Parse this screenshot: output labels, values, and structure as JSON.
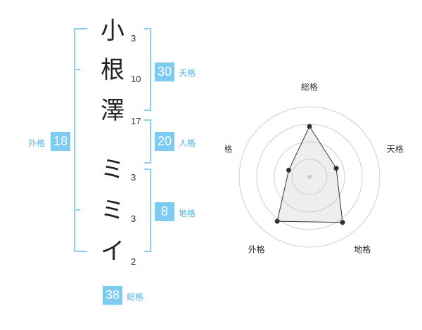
{
  "name_characters": [
    {
      "char": "小",
      "strokes": "3"
    },
    {
      "char": "根",
      "strokes": "10"
    },
    {
      "char": "澤",
      "strokes": "17"
    },
    {
      "char": "ミ",
      "strokes": "3"
    },
    {
      "char": "ミ",
      "strokes": "3"
    },
    {
      "char": "イ",
      "strokes": "2"
    }
  ],
  "kaku": {
    "tenkaku": {
      "value": "30",
      "label": "天格"
    },
    "jinkaku": {
      "value": "20",
      "label": "人格"
    },
    "chikaku": {
      "value": "8",
      "label": "地格"
    },
    "gaikaku": {
      "value": "18",
      "label": "外格"
    },
    "soukaku": {
      "value": "38",
      "label": "総格"
    }
  },
  "colors": {
    "accent": "#7ecbf1",
    "bracket": "#8fd0f2",
    "label": "#56b4e6"
  },
  "chart_data": {
    "type": "radar",
    "axes": [
      "総格",
      "天格",
      "地格",
      "外格",
      "人格"
    ],
    "values": [
      0.72,
      0.4,
      0.8,
      0.78,
      0.31
    ],
    "rings": 4
  }
}
